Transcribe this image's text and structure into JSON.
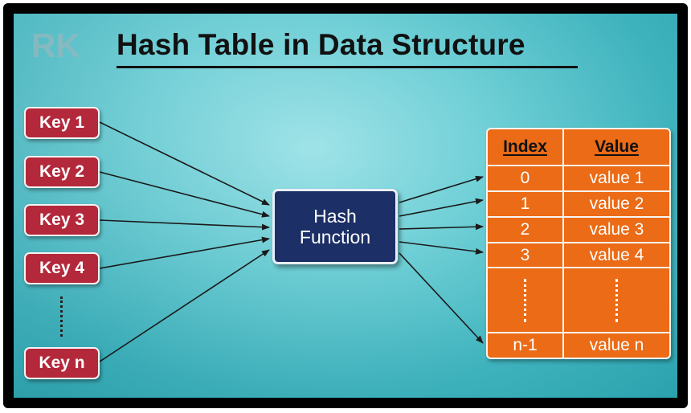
{
  "title": "Hash Table in Data Structure",
  "logo_text": "RK",
  "keys": [
    "Key 1",
    "Key 2",
    "Key 3",
    "Key 4",
    "Key n"
  ],
  "hash_function": {
    "line1": "Hash",
    "line2": "Function"
  },
  "table": {
    "headers": {
      "index": "Index",
      "value": "Value"
    },
    "rows": [
      {
        "index": "0",
        "value": "value 1"
      },
      {
        "index": "1",
        "value": "value 2"
      },
      {
        "index": "2",
        "value": "value 3"
      },
      {
        "index": "3",
        "value": "value 4"
      }
    ],
    "last_row": {
      "index": "n-1",
      "value": "value n"
    }
  },
  "colors": {
    "key_fill": "#b3283a",
    "hash_fill": "#1c2f66",
    "table_fill": "#eb6b16",
    "background": "#6fcfd6"
  }
}
